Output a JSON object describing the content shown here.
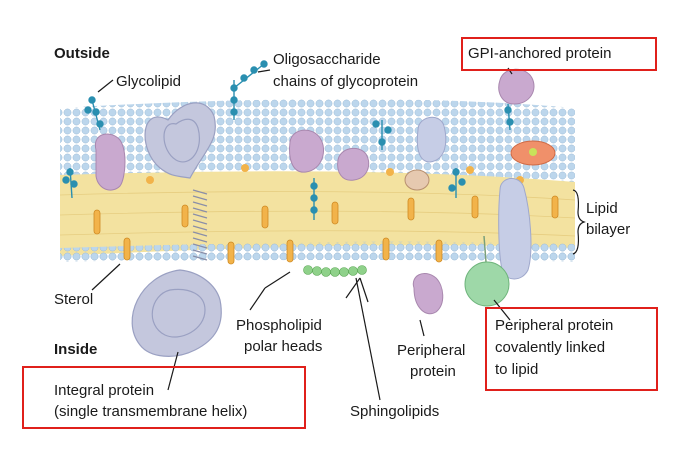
{
  "labels": {
    "outside": "Outside",
    "inside": "Inside",
    "glycolipid": "Glycolipid",
    "oligosaccharide_line1": "Oligosaccharide",
    "oligosaccharide_line2": "chains of glycoprotein",
    "gpi_anchored": "GPI-anchored protein",
    "lipid_line1": "Lipid",
    "lipid_line2": "bilayer",
    "sterol": "Sterol",
    "phospholipid_line1": "Phospholipid",
    "phospholipid_line2": "polar heads",
    "peripheral_line1": "Peripheral",
    "peripheral_line2": "protein",
    "covalent_line1": "Peripheral protein",
    "covalent_line2": "covalently linked",
    "covalent_line3": "to lipid",
    "integral_line1": "Integral protein",
    "integral_line2": "(single transmembrane helix)",
    "sphingolipids": "Sphingolipids"
  },
  "colors": {
    "head_blue": "#bcd6ec",
    "tail_yellow": "#f3e2a0",
    "sterol_orange": "#f2b34a",
    "sugar_chain": "#2a8fb0",
    "protein_purple": "#c9a9cf",
    "protein_lavender": "#c6cde6",
    "integral_gray": "#c4c7dd",
    "peripheral_green": "#9ed8a8",
    "sphingo_green": "#8fd18a",
    "highlight_red": "#e0201b"
  }
}
